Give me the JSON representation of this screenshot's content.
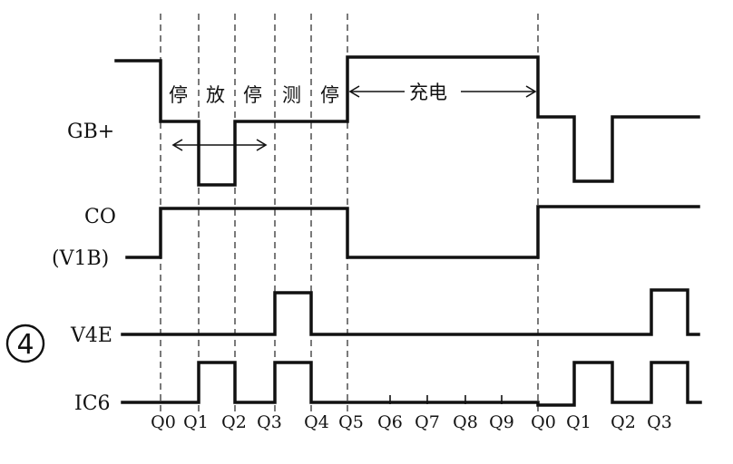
{
  "signals": {
    "gb": "GB+",
    "co": "CO",
    "v1b": "(V1B)",
    "v4e": "V4E",
    "ic6": "IC6"
  },
  "phases": {
    "stop1": "停",
    "discharge": "放",
    "stop2": "停",
    "measure": "测",
    "stop3": "停",
    "charge": "充电"
  },
  "ticks": [
    "Q0",
    "Q1",
    "Q2",
    "Q3",
    "Q4",
    "Q5",
    "Q6",
    "Q7",
    "Q8",
    "Q9",
    "Q0",
    "Q1",
    "Q2",
    "Q3"
  ],
  "figure_number": "4"
}
